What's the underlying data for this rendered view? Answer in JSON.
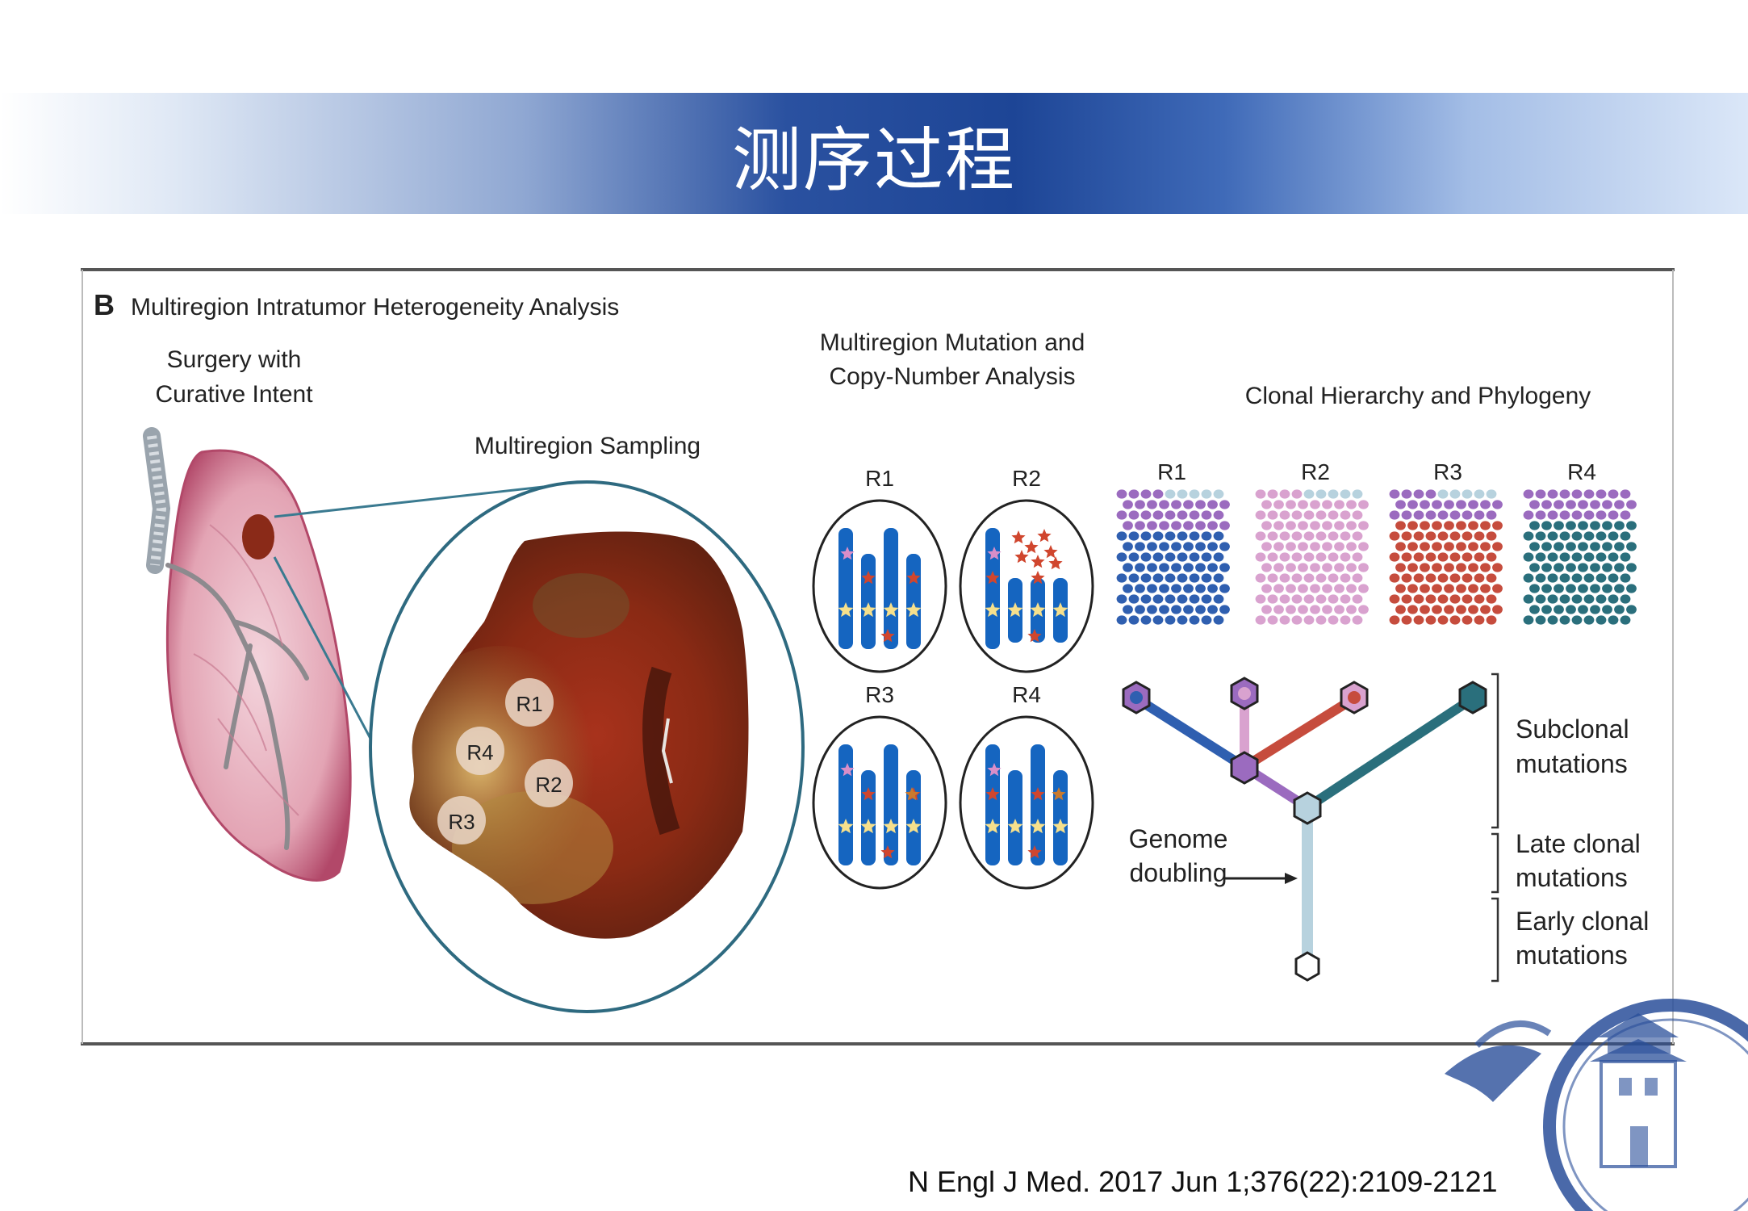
{
  "slide": {
    "title": "测序过程",
    "citation": "N Engl J Med. 2017 Jun 1;376(22):2109-2121"
  },
  "figure": {
    "panel_letter": "B",
    "panel_title": "Multiregion Intratumor Heterogeneity Analysis",
    "surgery_label_line1": "Surgery with",
    "surgery_label_line2": "Curative Intent",
    "sampling_label": "Multiregion Sampling",
    "sample_regions": [
      "R1",
      "R2",
      "R3",
      "R4"
    ],
    "mutation_title_line1": "Multiregion Mutation and",
    "mutation_title_line2": "Copy-Number Analysis",
    "mutation_regions": [
      "R1",
      "R2",
      "R3",
      "R4"
    ],
    "clonal_title": "Clonal Hierarchy and Phylogeny",
    "clonal_regions": [
      "R1",
      "R2",
      "R3",
      "R4"
    ],
    "genome_doubling_line1": "Genome",
    "genome_doubling_line2": "doubling",
    "subclonal_line1": "Subclonal",
    "subclonal_line2": "mutations",
    "late_clonal_line1": "Late clonal",
    "late_clonal_line2": "mutations",
    "early_clonal_line1": "Early clonal",
    "early_clonal_line2": "mutations"
  },
  "colors": {
    "banner_dark": "#1d4596",
    "circle_outline": "#2e6a80",
    "chromosome_blue": "#1565c0",
    "star_red": "#d0462e",
    "star_yellow": "#f6e08c",
    "star_pink": "#d98ec8",
    "clone_blue": "#2f5fb0",
    "clone_purple": "#9b6bbf",
    "clone_pink": "#d9a2cf",
    "clone_red": "#c64c3d",
    "clone_teal": "#2a6f7c",
    "trunk_light": "#b7d2de"
  }
}
